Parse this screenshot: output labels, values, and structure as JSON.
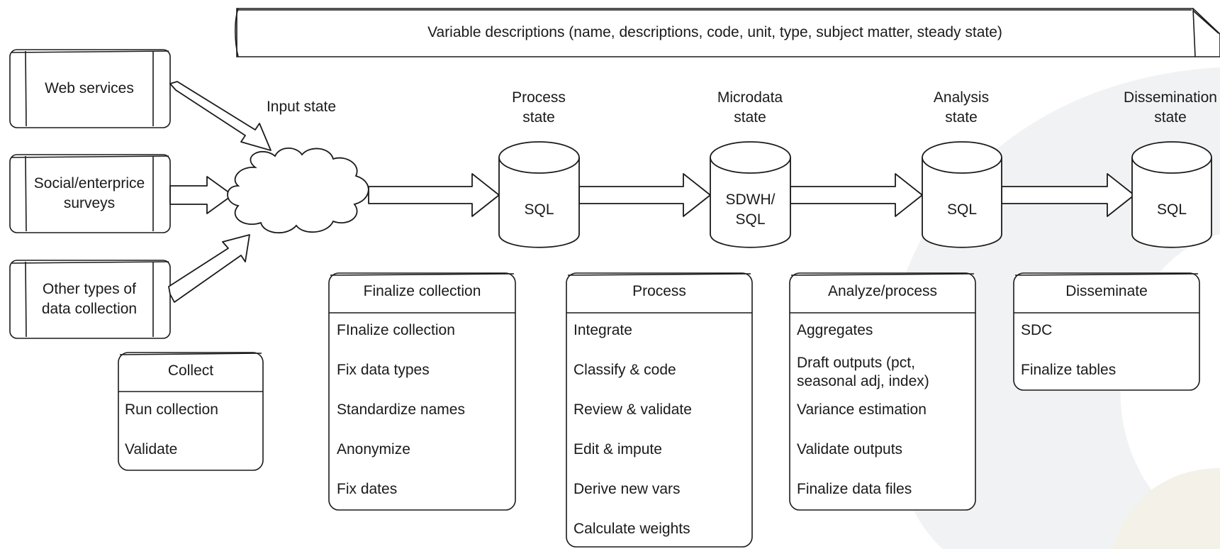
{
  "banner": "Variable descriptions (name, descriptions, code, unit, type, subject matter, steady state)",
  "sources": [
    {
      "label": "Web services"
    },
    {
      "label": "Social/enterprice surveys"
    },
    {
      "label": "Other types of data collection"
    }
  ],
  "states": {
    "input": "Input state",
    "process": "Process state",
    "microdata": "Microdata state",
    "analysis": "Analysis state",
    "dissemination": "Dissemination state"
  },
  "databases": {
    "process": "SQL",
    "microdata": "SDWH/ SQL",
    "analysis": "SQL",
    "dissemination": "SQL"
  },
  "panels": {
    "collect": {
      "title": "Collect",
      "items": [
        "Run collection",
        "Validate"
      ]
    },
    "finalize": {
      "title": "Finalize collection",
      "items": [
        "FInalize collection",
        "Fix data types",
        "Standardize names",
        "Anonymize",
        "Fix dates"
      ]
    },
    "process": {
      "title": "Process",
      "items": [
        "Integrate",
        "Classify & code",
        "Review & validate",
        "Edit & impute",
        "Derive new vars",
        "Calculate weights"
      ]
    },
    "analyze": {
      "title": "Analyze/process",
      "items": [
        "Aggregates",
        "Draft outputs (pct, seasonal adj, index)",
        "Variance estimation",
        "Validate outputs",
        "Finalize data files"
      ]
    },
    "disseminate": {
      "title": "Disseminate",
      "items": [
        "SDC",
        "Finalize tables"
      ]
    }
  }
}
